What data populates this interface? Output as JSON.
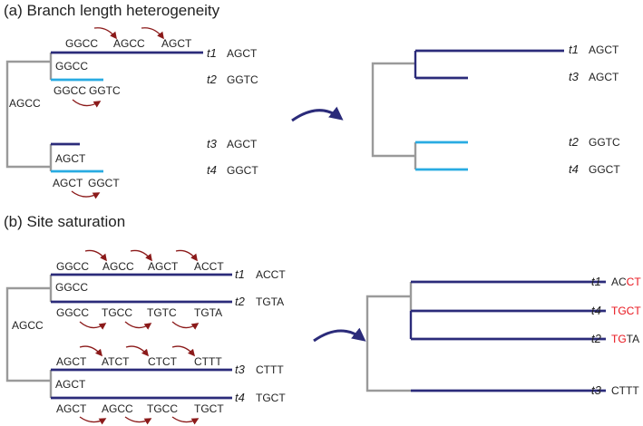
{
  "colors": {
    "dark_branch": "#2b2b7a",
    "light_branch": "#29abe2",
    "stem": "#9a9a9a",
    "arrow_small": "#8b1a1a",
    "arrow_big": "#2b2b7a",
    "highlight": "#e8141c"
  },
  "panel_a": {
    "title": "(a) Branch length heterogeneity",
    "root_seq": "AGCC",
    "left_tree": {
      "t1": {
        "label": "t1",
        "seq": "AGCT",
        "changes": [
          "GGCC",
          "AGCC",
          "AGCT"
        ]
      },
      "upper_node_seq": "GGCC",
      "t2": {
        "label": "t2",
        "seq": "GGTC",
        "changes": [
          "GGCC",
          "GGTC"
        ]
      },
      "t3": {
        "label": "t3",
        "seq": "AGCT"
      },
      "lower_node_seq": "AGCT",
      "t4": {
        "label": "t4",
        "seq": "GGCT",
        "changes": [
          "AGCT",
          "GGCT"
        ]
      }
    },
    "right_tree": {
      "t1": {
        "label": "t1",
        "seq": "AGCT"
      },
      "t3": {
        "label": "t3",
        "seq": "AGCT"
      },
      "t2": {
        "label": "t2",
        "seq": "GGTC"
      },
      "t4": {
        "label": "t4",
        "seq": "GGCT"
      }
    }
  },
  "panel_b": {
    "title": "(b) Site saturation",
    "root_seq": "AGCC",
    "left_tree": {
      "t1": {
        "label": "t1",
        "seq": "ACCT",
        "changes": [
          "GGCC",
          "AGCC",
          "AGCT",
          "ACCT"
        ]
      },
      "upper_node_seq": "GGCC",
      "t2": {
        "label": "t2",
        "seq": "TGTA",
        "changes": [
          "GGCC",
          "TGCC",
          "TGTC",
          "TGTA"
        ]
      },
      "t3": {
        "label": "t3",
        "seq": "CTTT",
        "changes": [
          "AGCT",
          "ATCT",
          "CTCT",
          "CTTT"
        ]
      },
      "lower_node_seq": "AGCT",
      "t4": {
        "label": "t4",
        "seq": "TGCT",
        "changes": [
          "AGCT",
          "AGCC",
          "TGCC",
          "TGCT"
        ]
      }
    },
    "right_tree": {
      "t1": {
        "label": "t1",
        "seq_plain": "AC",
        "seq_red": "CT"
      },
      "t4": {
        "label": "t4",
        "seq_red": "TGCT"
      },
      "t2": {
        "label": "t2",
        "seq_red": "TG",
        "seq_plain": "TA"
      },
      "t3": {
        "label": "t3",
        "seq_plain": "CTTT"
      }
    }
  }
}
